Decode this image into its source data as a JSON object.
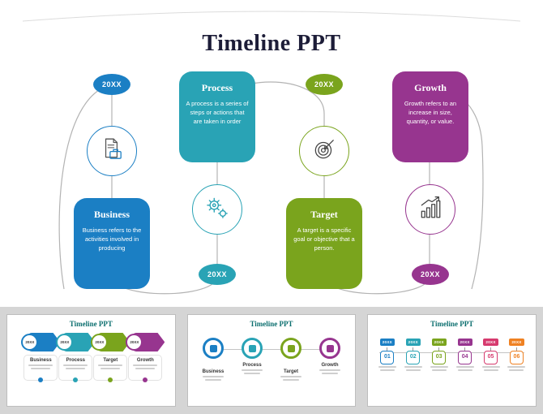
{
  "slide": {
    "title": "Timeline PPT",
    "items": [
      {
        "year": "20XX",
        "title": "Business",
        "desc": "Business refers to the activities involved in producing",
        "color": "#1b7fc4",
        "icon": "document-briefcase-icon"
      },
      {
        "year": "20XX",
        "title": "Process",
        "desc": "A process is a series of steps or actions that are taken in order",
        "color": "#29a3b5",
        "icon": "gears-icon"
      },
      {
        "year": "20XX",
        "title": "Target",
        "desc": "A target is a specific goal or objective that a person.",
        "color": "#7aa41d",
        "icon": "target-icon"
      },
      {
        "year": "20XX",
        "title": "Growth",
        "desc": "Growth refers to an increase in size, quantity, or value.",
        "color": "#97358f",
        "icon": "bar-chart-icon"
      }
    ]
  },
  "thumbnails": [
    {
      "title": "Timeline PPT",
      "items": [
        {
          "year": "20XX",
          "label": "Business",
          "color": "#1b7fc4"
        },
        {
          "year": "20XX",
          "label": "Process",
          "color": "#29a3b5"
        },
        {
          "year": "20XX",
          "label": "Target",
          "color": "#7aa41d"
        },
        {
          "year": "20XX",
          "label": "Growth",
          "color": "#97358f"
        }
      ]
    },
    {
      "title": "Timeline PPT",
      "items": [
        {
          "label": "Business",
          "color": "#1b7fc4"
        },
        {
          "label": "Process",
          "color": "#29a3b5"
        },
        {
          "label": "Target",
          "color": "#7aa41d"
        },
        {
          "label": "Growth",
          "color": "#97358f"
        }
      ]
    },
    {
      "title": "Timeline PPT",
      "items": [
        {
          "year": "20XX",
          "num": "01",
          "color": "#1b7fc4"
        },
        {
          "year": "20XX",
          "num": "02",
          "color": "#29a3b5"
        },
        {
          "year": "20XX",
          "num": "03",
          "color": "#7aa41d"
        },
        {
          "year": "20XX",
          "num": "04",
          "color": "#97358f"
        },
        {
          "year": "20XX",
          "num": "05",
          "color": "#d63a6e"
        },
        {
          "year": "20XX",
          "num": "06",
          "color": "#ef8122"
        }
      ]
    }
  ],
  "colors": {
    "blue": "#1b7fc4",
    "teal": "#29a3b5",
    "green": "#7aa41d",
    "purple": "#97358f",
    "pink": "#d63a6e",
    "orange": "#ef8122",
    "line": "#b3b3b3"
  }
}
